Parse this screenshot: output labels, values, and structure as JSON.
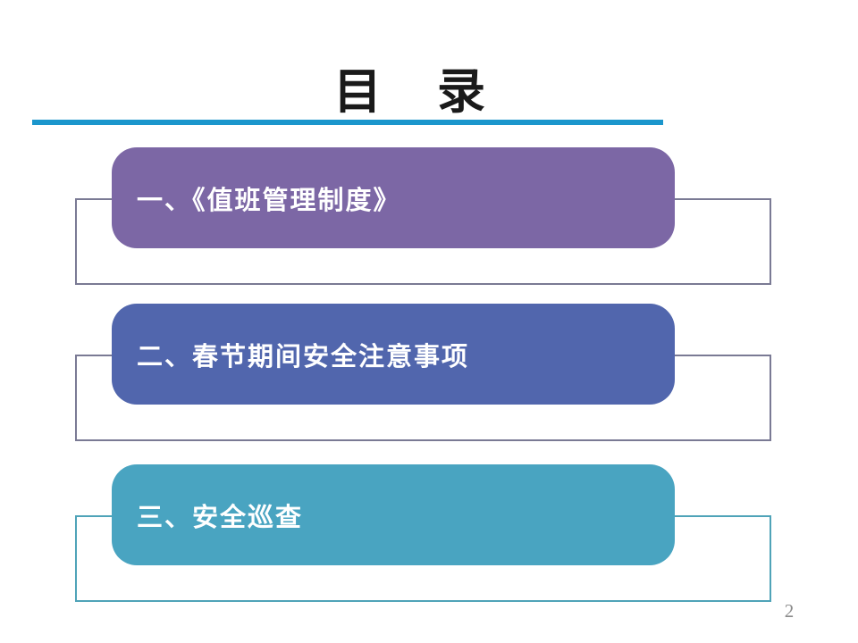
{
  "slide": {
    "title": "目　录",
    "page_number": "2",
    "accent_line_color": "#1b96cc",
    "items": [
      {
        "label": "一、《值班管理制度》",
        "fill": "#7c67a5",
        "outline": "#7a7a94"
      },
      {
        "label": "二、春节期间安全注意事项",
        "fill": "#5166ad",
        "outline": "#7a7a94"
      },
      {
        "label": "三、安全巡查",
        "fill": "#49a4c1",
        "outline": "#4fa3b8"
      }
    ]
  }
}
